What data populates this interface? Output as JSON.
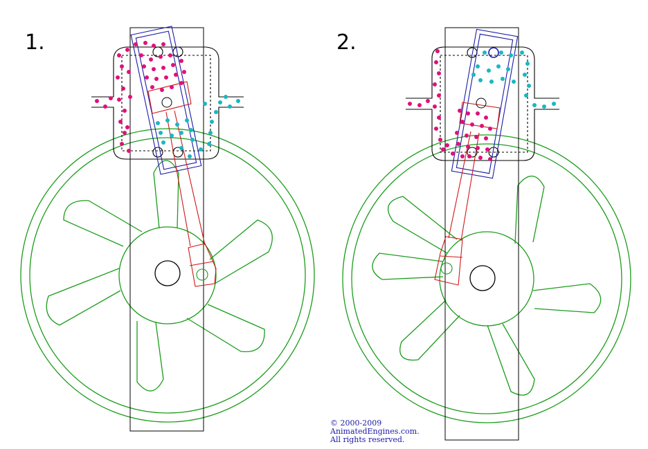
{
  "panels": [
    {
      "label": "1."
    },
    {
      "label": "2."
    }
  ],
  "copyright": {
    "line1": "© 2000-2009",
    "line2": "AnimatedEngines.com.",
    "line3": "All rights reserved."
  },
  "colors": {
    "flywheel": "#1a9c1a",
    "connecting_rod": "#d01818",
    "cylinder": "#1a1aa6",
    "frame": "#000000",
    "pressurized_air": "#e0107a",
    "exhaust_air": "#18b8c0"
  },
  "particles": {
    "pressurized_air": "magenta dots",
    "exhaust_air": "cyan dots"
  }
}
